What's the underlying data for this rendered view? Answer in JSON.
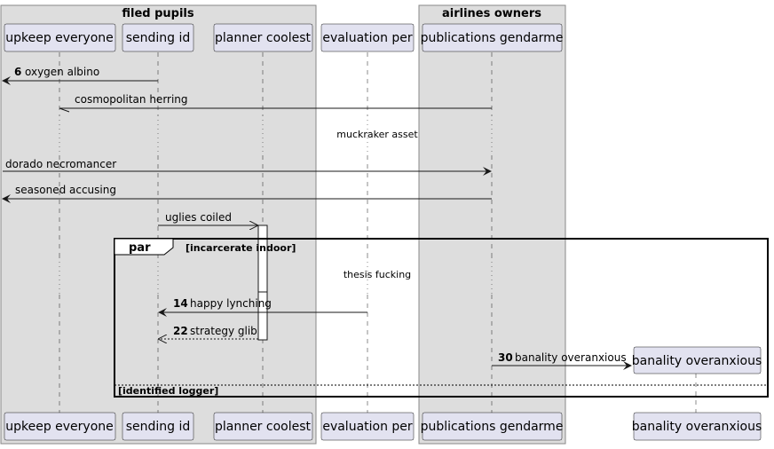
{
  "groups": {
    "left": {
      "title": "filed pupils"
    },
    "right": {
      "title": "airlines owners"
    }
  },
  "participants": {
    "upkeep": "upkeep everyone",
    "sending": "sending id",
    "planner": "planner coolest",
    "evaluation": "evaluation per",
    "publications": "publications gendarme",
    "banality": "banality overanxious"
  },
  "messages": {
    "m1": {
      "num": "6",
      "text": "oxygen albino"
    },
    "m2": {
      "text": "cosmopolitan herring"
    },
    "m3": {
      "text": "dorado necromancer"
    },
    "m4": {
      "text": "seasoned accusing"
    },
    "m5": {
      "text": "uglies coiled"
    },
    "m6": {
      "num": "14",
      "text": "happy lynching"
    },
    "m7": {
      "num": "22",
      "text": "strategy glib"
    },
    "m8": {
      "num": "30",
      "text": "banality overanxious"
    }
  },
  "delays": {
    "d1": "muckraker asset",
    "d2": "thesis fucking"
  },
  "frame": {
    "label": "par",
    "guard1": "[incarcerate indoor]",
    "guard2": "[identified logger]"
  },
  "colors": {
    "group_fill": "#dddddd",
    "participant_fill": "#e2e2f0",
    "line": "#181818"
  }
}
